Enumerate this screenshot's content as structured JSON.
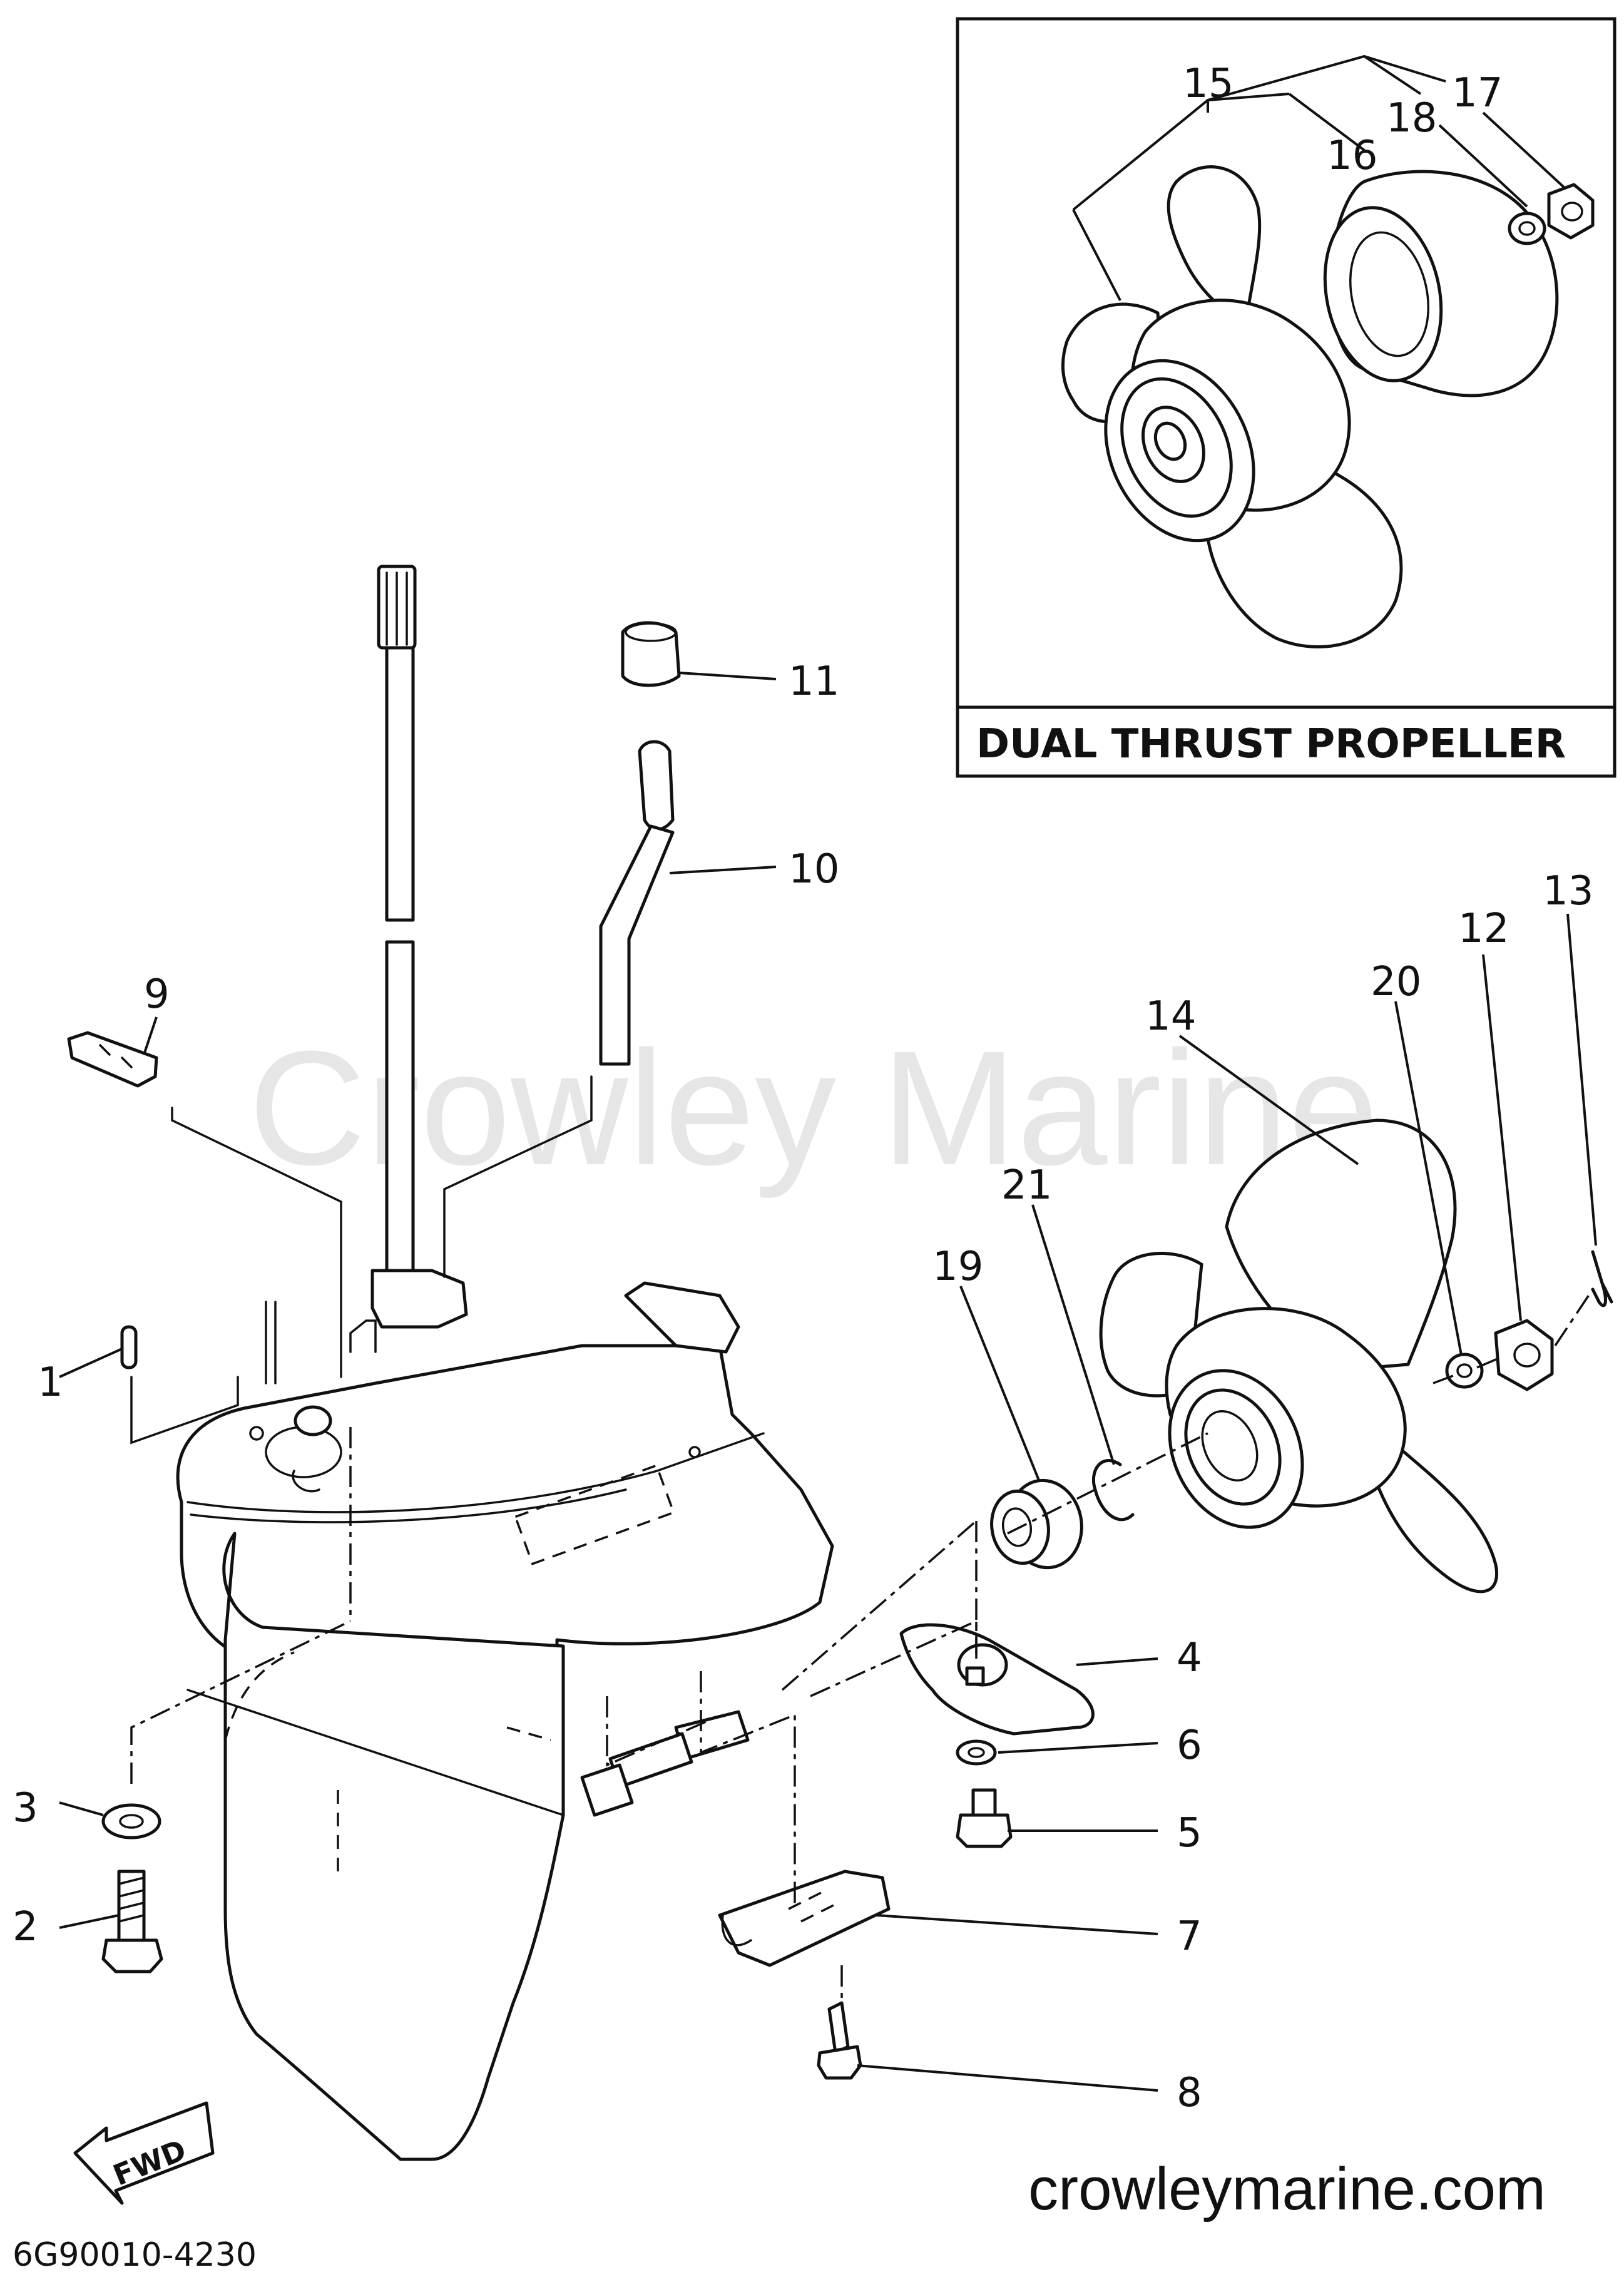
{
  "inset": {
    "title": "DUAL THRUST PROPELLER",
    "callouts": [
      "15",
      "16",
      "17",
      "18"
    ]
  },
  "callouts": {
    "c1": "1",
    "c2": "2",
    "c3": "3",
    "c4": "4",
    "c5": "5",
    "c6": "6",
    "c7": "7",
    "c8": "8",
    "c9": "9",
    "c10": "10",
    "c11": "11",
    "c12": "12",
    "c13": "13",
    "c14": "14",
    "c19": "19",
    "c20": "20",
    "c21": "21"
  },
  "fwd_arrow": "FWD",
  "watermark": "Crowley Marine",
  "website": "crowleymarine.com",
  "diagram_code": "6G90010-4230"
}
